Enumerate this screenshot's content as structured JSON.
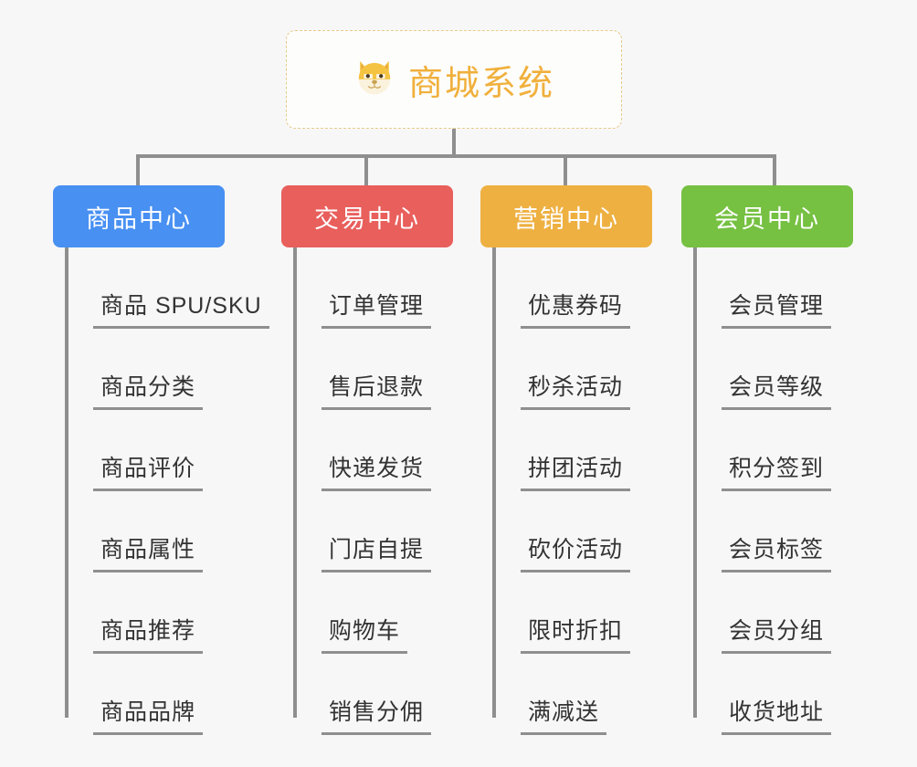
{
  "root": {
    "icon": "shiba-dog-icon",
    "icon_glyph": "🐕",
    "title": "商城系统",
    "color": "#f0b03c",
    "border_color": "#e8c98a"
  },
  "colors": {
    "background": "#f7f7f7",
    "connector": "#8f8f8f",
    "leaf_text": "#333333"
  },
  "columns": [
    {
      "label": "商品中心",
      "color": "#4890f2",
      "items": [
        {
          "label": "商品 SPU/SKU"
        },
        {
          "label": "商品分类"
        },
        {
          "label": "商品评价"
        },
        {
          "label": "商品属性"
        },
        {
          "label": "商品推荐"
        },
        {
          "label": "商品品牌"
        }
      ]
    },
    {
      "label": "交易中心",
      "color": "#e85f5c",
      "items": [
        {
          "label": "订单管理"
        },
        {
          "label": "售后退款"
        },
        {
          "label": "快递发货"
        },
        {
          "label": "门店自提"
        },
        {
          "label": "购物车"
        },
        {
          "label": "销售分佣"
        }
      ]
    },
    {
      "label": "营销中心",
      "color": "#eeb041",
      "items": [
        {
          "label": "优惠券码"
        },
        {
          "label": "秒杀活动"
        },
        {
          "label": "拼团活动"
        },
        {
          "label": "砍价活动"
        },
        {
          "label": "限时折扣"
        },
        {
          "label": "满减送"
        }
      ]
    },
    {
      "label": "会员中心",
      "color": "#76c042",
      "items": [
        {
          "label": "会员管理"
        },
        {
          "label": "会员等级"
        },
        {
          "label": "积分签到"
        },
        {
          "label": "会员标签"
        },
        {
          "label": "会员分组"
        },
        {
          "label": "收货地址"
        }
      ]
    }
  ]
}
